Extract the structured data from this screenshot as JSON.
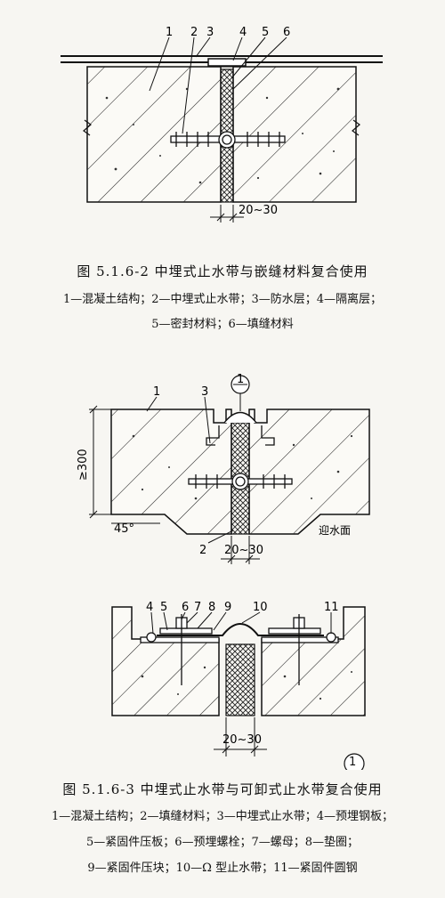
{
  "fig1": {
    "callouts": [
      "1",
      "2",
      "3",
      "4",
      "5",
      "6"
    ],
    "dimension": "20~30",
    "caption": "图 5.1.6-2   中埋式止水带与嵌缝材料复合使用",
    "legend_lines": [
      "1—混凝土结构；2—中埋式止水带；3—防水层；4—隔离层；",
      "5—密封材料；6—填缝材料"
    ]
  },
  "fig2": {
    "callouts": [
      "1",
      "3",
      "2"
    ],
    "detail_marker": "1",
    "height_dim": "≥300",
    "angle": "45°",
    "water_face": "迎水面",
    "dimension": "20~30"
  },
  "fig3": {
    "callouts": [
      "4",
      "5",
      "6",
      "7",
      "8",
      "9",
      "10",
      "11"
    ],
    "dimension": "20~30",
    "detail_marker": "1"
  },
  "caption2": {
    "title": "图  5.1.6-3   中埋式止水带与可卸式止水带复合使用",
    "legend_lines": [
      "1—混凝土结构；2—填缝材料；3—中埋式止水带；4—预埋钢板；",
      "5—紧固件压板；6—预埋螺栓；7—螺母；8—垫圈；",
      "9—紧固件压块；10—Ω 型止水带；11—紧固件圆钢"
    ]
  }
}
